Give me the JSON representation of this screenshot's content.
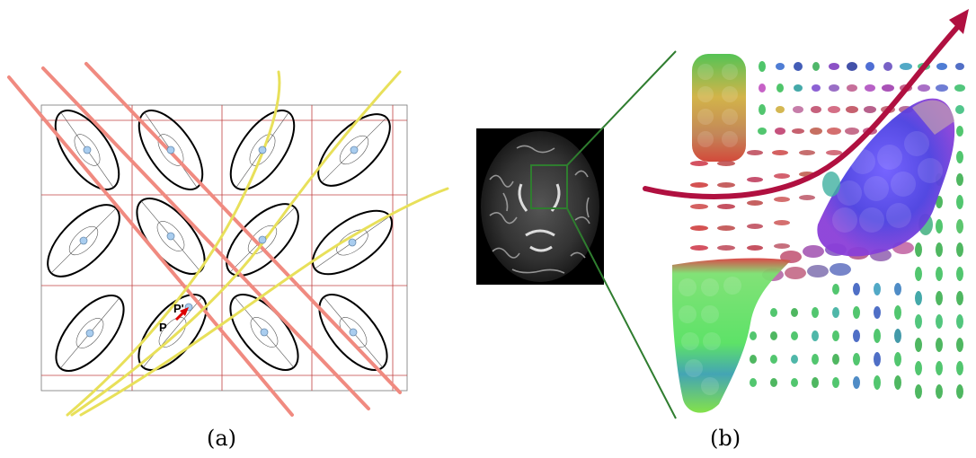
{
  "panels": [
    {
      "id": "a",
      "caption": "(a)"
    },
    {
      "id": "b",
      "caption": "(b)"
    }
  ],
  "labels": {
    "point_p": "P",
    "point_p_prime": "P'"
  },
  "colors": {
    "grid": "#c04040",
    "ellipse": "#000000",
    "straight_line": "#f08a80",
    "curve": "#e8e05a",
    "node": "#a9cdef",
    "arrow_small": "#dd0000",
    "zoom_line": "#2f7d2f",
    "fiber_arrow": "#b01040"
  }
}
